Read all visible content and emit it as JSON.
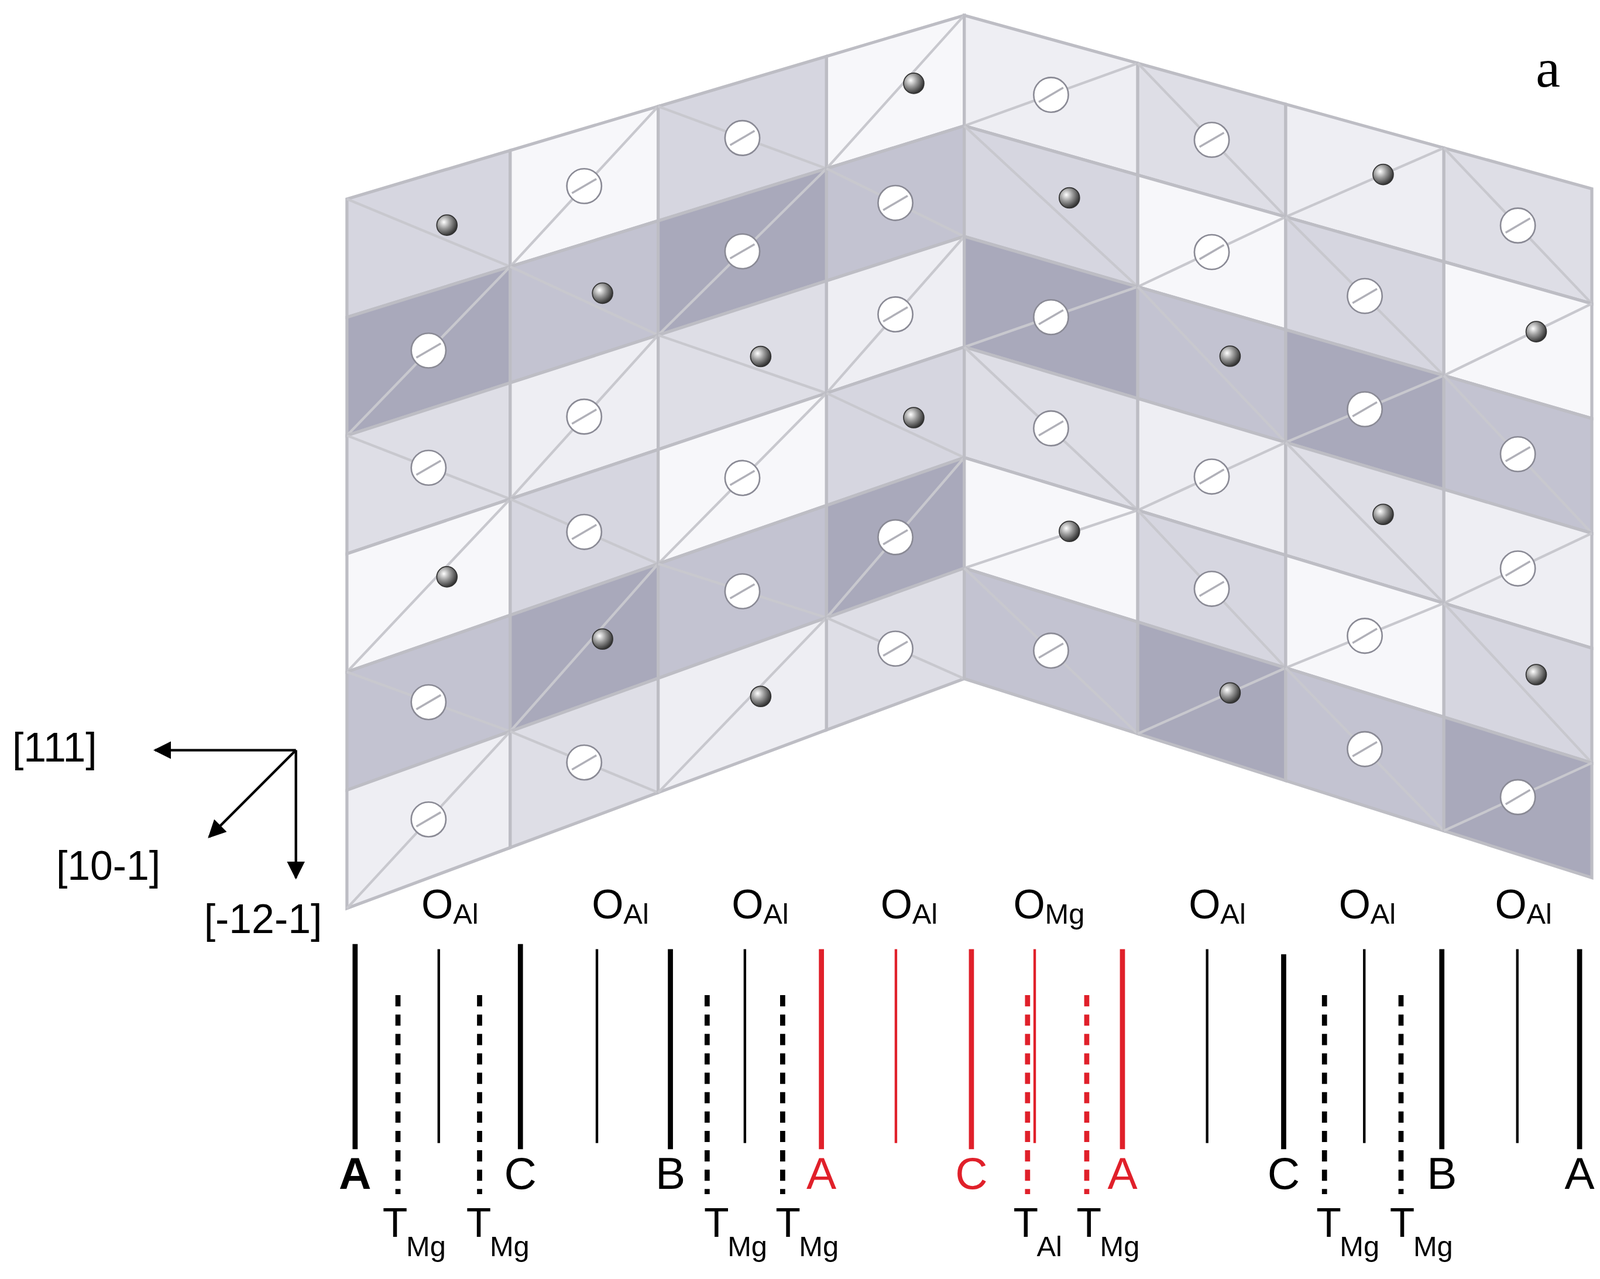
{
  "diagram": {
    "labels": [
      "a",
      "[111]",
      "[10-1]",
      "[-12-1]",
      "O",
      "Al",
      "O",
      "Al",
      "O",
      "Al",
      "O",
      "Al",
      "O",
      "Mg",
      "O",
      "Al",
      "O",
      "Al",
      "O",
      "Al",
      "A",
      "C",
      "B",
      "A",
      "C",
      "A",
      "C",
      "B",
      "A",
      "T",
      "Mg",
      "T",
      "Mg",
      "T",
      "Mg",
      "T",
      "Mg",
      "T",
      "Al",
      "T",
      "Mg",
      "T",
      "Mg",
      "T",
      "Mg"
    ]
  }
}
